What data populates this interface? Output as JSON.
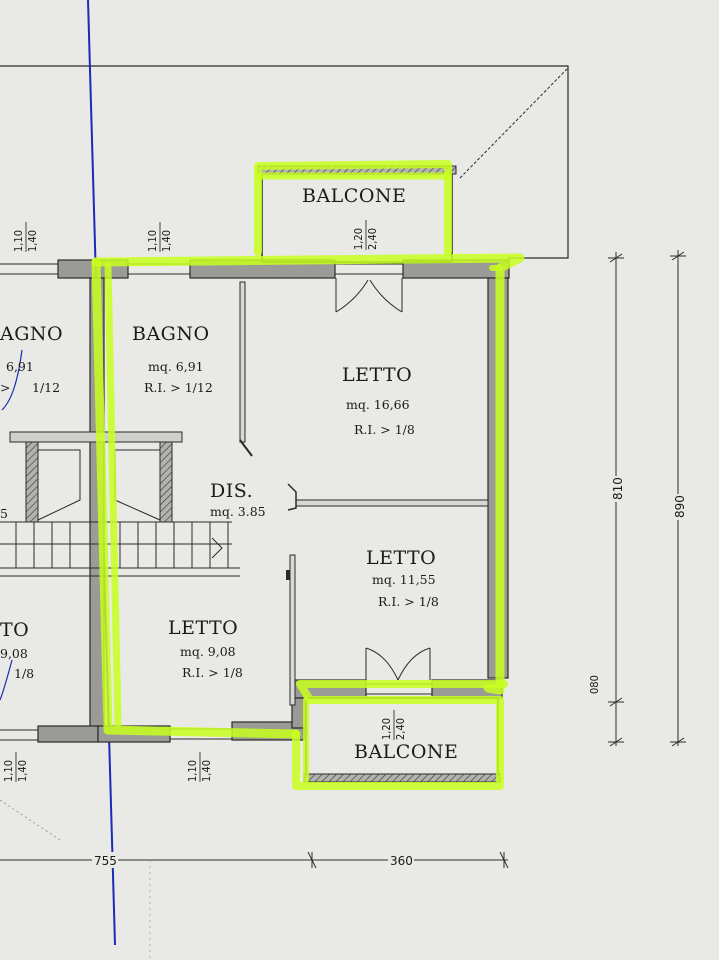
{
  "rooms": {
    "balcone_top": {
      "label": "BALCONE"
    },
    "bagno_left": {
      "label": "AGNO",
      "area": "6,91",
      "ratio": "1/12"
    },
    "bagno": {
      "label": "BAGNO",
      "area": "mq. 6,91",
      "ratio": "R.I. > 1/12"
    },
    "letto_big": {
      "label": "LETTO",
      "area": "mq. 16,66",
      "ratio": "R.I. > 1/8"
    },
    "dis": {
      "label": "DIS.",
      "area": "mq. 3.85"
    },
    "letto_mid": {
      "label": "LETTO",
      "area": "mq. 11,55",
      "ratio": "R.I. > 1/8"
    },
    "letto_small": {
      "label": "LETTO",
      "area": "mq. 9,08",
      "ratio": "R.I. > 1/8"
    },
    "letto_left": {
      "label": "TO",
      "area": "9,08",
      "ratio": "1/8"
    },
    "balcone_bottom": {
      "label": "BALCONE"
    }
  },
  "window_dims": {
    "top_far_left": {
      "top": "1,10",
      "bottom": "1,40"
    },
    "top_left": {
      "top": "1,10",
      "bottom": "1,40"
    },
    "top_balcone": {
      "top": "1,20",
      "bottom": "2,40"
    },
    "bottom_balcone": {
      "top": "1,20",
      "bottom": "2,40"
    },
    "bottom_left": {
      "top": "1,10",
      "bottom": "1,40"
    },
    "bottom_far_left": {
      "top": "1,10",
      "bottom": "1,40"
    }
  },
  "dimensions": {
    "vertical_inner": "810",
    "vertical_outer": "890",
    "vertical_small": "080",
    "bottom_left": "755",
    "bottom_right": "360"
  },
  "stray_text": {
    "left_edge": "5"
  },
  "colors": {
    "highlight": "#c8ff1e",
    "wall_hatch": "#9a9a96",
    "paper": "#e9e9e6",
    "pen_line": "#1b2bb8"
  }
}
